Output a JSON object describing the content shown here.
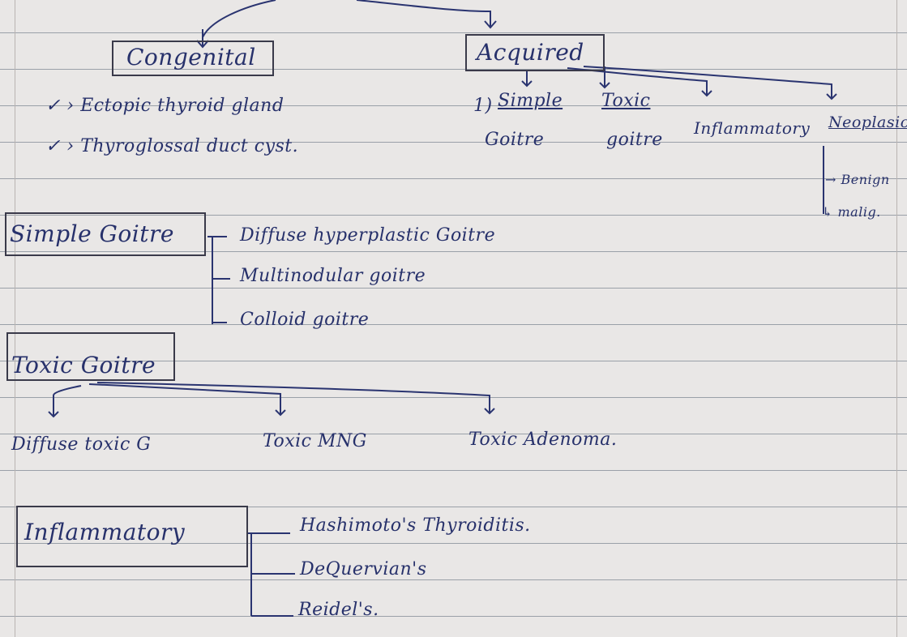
{
  "top": {
    "congenital": "Congenital",
    "acquired": "Acquired"
  },
  "congenital_items": [
    "✓ › Ectopic thyroid gland",
    "✓ › Thyroglossal duct cyst."
  ],
  "acquired_items": {
    "prefix": "1)",
    "simple_line1": "Simple",
    "simple_line2": "Goitre",
    "toxic_line1": "Toxic",
    "toxic_line2": "goitre",
    "inflammatory": "Inflammatory",
    "neoplastic": "Neoplasic",
    "benign": "→ Benign",
    "malignant": "↳ malig."
  },
  "simple_goitre": {
    "heading": "Simple Goitre",
    "items": [
      "Diffuse hyperplastic Goitre",
      "Multinodular goitre",
      "Colloid goitre"
    ]
  },
  "toxic_goitre": {
    "heading": "Toxic Goitre",
    "items": [
      "Diffuse toxic G",
      "Toxic MNG",
      "Toxic Adenoma."
    ]
  },
  "inflammatory": {
    "heading": "Inflammatory",
    "items": [
      "Hashimoto's Thyroiditis.",
      "DeQuervian's",
      "Reidel's."
    ]
  }
}
